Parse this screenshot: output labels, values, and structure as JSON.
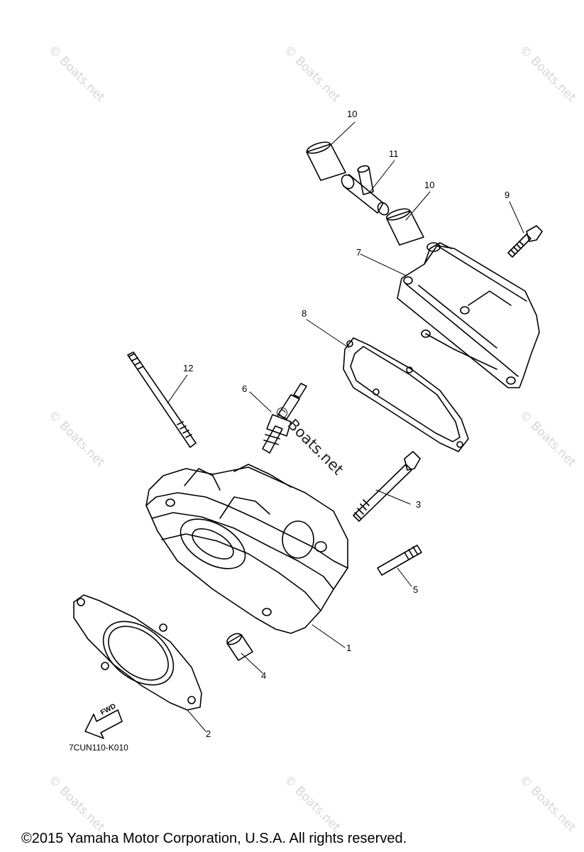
{
  "watermark": "© Boats.net",
  "diagram_code": "7CUN110-K010",
  "copyright": "©2015 Yamaha Motor Corporation, U.S.A. All rights reserved.",
  "fwd_label": "FWD",
  "callouts": {
    "c1": "1",
    "c2": "2",
    "c3": "3",
    "c4": "4",
    "c5": "5",
    "c6": "6",
    "c7": "7",
    "c8": "8",
    "c9": "9",
    "c10a": "10",
    "c10b": "10",
    "c11": "11",
    "c12": "12"
  }
}
